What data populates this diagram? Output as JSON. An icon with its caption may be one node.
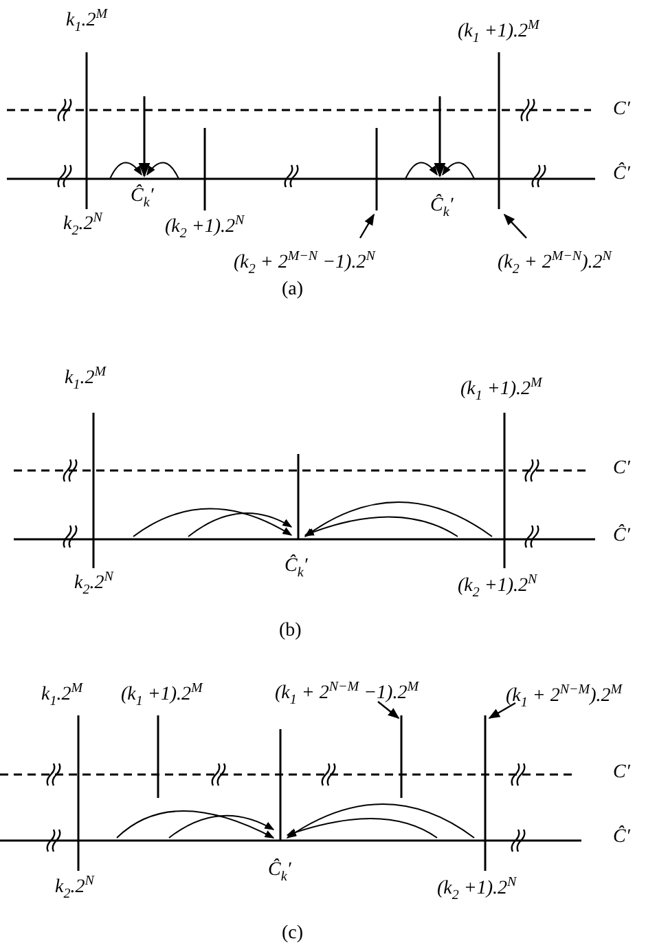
{
  "diagram": {
    "nodes": [
      {
        "text": [
          "(k$_{2}$ + 2$^{M−N}$ −1).2$^{N}$"
        ]
      },
      {
        "text": [],
        "shape": "line"
      },
      {
        "text": [
          "(k$_{2}$ + 2$^{M−N}$).2$^{N}$"
        ]
      },
      {
        "text": [],
        "shape": "line"
      },
      {
        "text": [
          "(k$_{1}$ + 2$^{N−M}$ −1).2$^{M}$"
        ]
      },
      {
        "text": [],
        "shape": "line"
      },
      {
        "text": [
          "(k$_{1}$ + 2$^{N−M}$).2$^{M}$"
        ]
      },
      {
        "text": [],
        "shape": "line"
      }
    ],
    "edges": [
      {
        "from": 0,
        "to": 1,
        "arrow": "to"
      },
      {
        "from": 2,
        "to": 3,
        "arrow": "to"
      },
      {
        "from": 4,
        "to": 5,
        "arrow": "to"
      },
      {
        "from": 6,
        "to": 7,
        "arrow": "to"
      }
    ],
    "labels": [
      "k$_{1}$.2$^{M}$",
      "(k$_{1}$ +1).2$^{M}$",
      "C′",
      "Ĉ′",
      "Ĉ$_{k}$′",
      "k$_{2}$.2$^{N}$",
      "(k$_{2}$ +1).2$^{N}$",
      "Ĉ$_{k}$′",
      "(a)",
      "k$_{1}$.2$^{M}$",
      "(k$_{1}$ +1).2$^{M}$",
      "C′",
      "Ĉ′",
      "k$_{2}$.2$^{N}$",
      "Ĉ$_{k}$′",
      "(k$_{2}$ +1).2$^{N}$",
      "(b)",
      "k$_{1}$.2$^{M}$",
      "(k$_{1}$ +1).2$^{M}$",
      "C′",
      "Ĉ′",
      "k$_{2}$.2$^{N}$",
      "Ĉ$_{k}$′",
      "(k$_{2}$ +1).2$^{N}$",
      "(c)"
    ]
  }
}
